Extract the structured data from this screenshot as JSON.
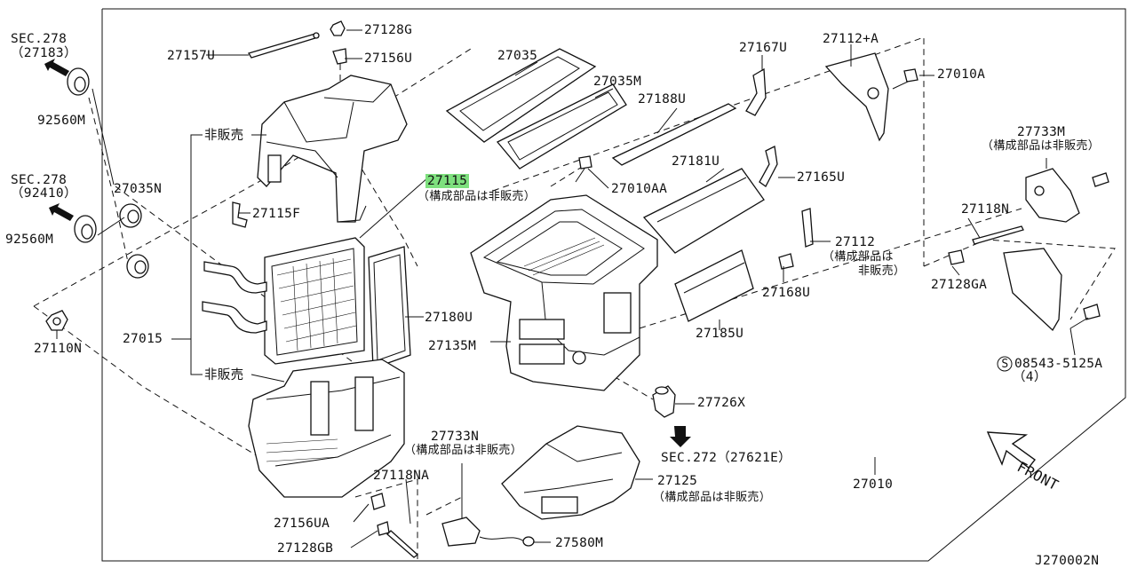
{
  "diagram": {
    "id": "J270002N",
    "parts": {
      "p27183": {
        "line1": "SEC.278",
        "line2": "（27183）"
      },
      "p92410": {
        "line1": "SEC.278",
        "line2": "（92410）"
      },
      "p92560M_a": "92560M",
      "p92560M_b": "92560M",
      "p27035N": "27035N",
      "p27110N": "27110N",
      "p27015": "27015",
      "hanbai1": "非販売",
      "hanbai2": "非販売",
      "p27157U": "27157U",
      "p27128G": "27128G",
      "p27156U": "27156U",
      "p27115F": "27115F",
      "p27115": "27115",
      "p27115_note": "（構成部品は非販売）",
      "p27180U": "27180U",
      "p27035": "27035",
      "p27035M": "27035M",
      "p27188U": "27188U",
      "p27010AA": "27010AA",
      "p27181U": "27181U",
      "p27167U": "27167U",
      "p27112A": "27112+A",
      "p27010A": "27010A",
      "p27165U": "27165U",
      "p27112": "27112",
      "p27112_note1": "（構成部品は",
      "p27112_note2": "非販売）",
      "p27168U": "27168U",
      "p27185U": "27185U",
      "p27135M": "27135M",
      "p27726X": "27726X",
      "p27621E": "SEC.272（27621E）",
      "p27733M": "27733M",
      "p27733M_note": "（構成部品は非販売）",
      "p27118N": "27118N",
      "p27128GA": "27128GA",
      "p08543": "08543-5125A",
      "p08543_s": "S",
      "p08543_qty": "（4）",
      "p27010": "27010",
      "front": "FRONT",
      "p27733N": "27733N",
      "p27733N_note": "（構成部品は非販売）",
      "p27125": "27125",
      "p27125_note": "（構成部品は非販売）",
      "p27118NA": "27118NA",
      "p27156UA": "27156UA",
      "p27128GB": "27128GB",
      "p27580M": "27580M"
    },
    "colors": {
      "highlight": "#7ee07e",
      "line": "#111111",
      "background": "#ffffff"
    }
  }
}
